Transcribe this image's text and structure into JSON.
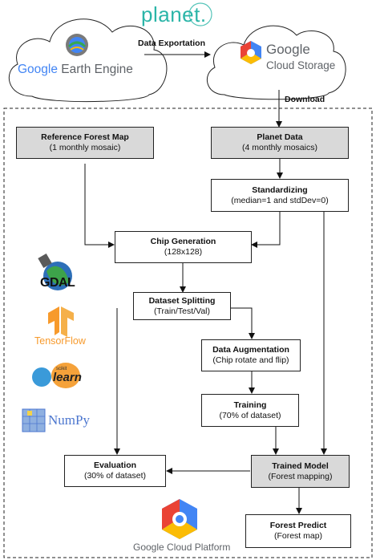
{
  "top": {
    "planet_logo": "planet.",
    "gee_logo_google": "Google",
    "gee_logo_rest": " Earth Engine",
    "gcs_logo_line1": "Google",
    "gcs_logo_line2": "Cloud Storage",
    "export_label": "Data Exportation",
    "download_label": "Download"
  },
  "boxes": {
    "ref_forest": {
      "title": "Reference Forest Map",
      "sub": "(1 monthly mosaic)"
    },
    "planet_data": {
      "title": "Planet Data",
      "sub": "(4 monthly mosaics)"
    },
    "standardizing": {
      "title": "Standardizing",
      "sub": "(median=1 and stdDev=0)"
    },
    "chip_gen": {
      "title": "Chip Generation",
      "sub": "(128x128)"
    },
    "dataset_split": {
      "title": "Dataset Splitting",
      "sub": "(Train/Test/Val)"
    },
    "data_aug": {
      "title": "Data Augmentation",
      "sub": "(Chip rotate and flip)"
    },
    "training": {
      "title": "Training",
      "sub": "(70% of dataset)"
    },
    "evaluation": {
      "title": "Evaluation",
      "sub": "(30% of dataset)"
    },
    "trained_model": {
      "title": "Trained Model",
      "sub": "(Forest mapping)"
    },
    "forest_predict": {
      "title": "Forest Predict",
      "sub": "(Forest map)"
    }
  },
  "tools": {
    "gdal": "GDAL",
    "tensorflow": "TensorFlow",
    "sklearn_small": "scikit",
    "sklearn": "learn",
    "numpy": "NumPy",
    "gcp": "Google Cloud Platform"
  },
  "colors": {
    "gray_box": "#d9d9d9",
    "planet_teal": "#2bb5a8",
    "google_blue": "#4285f4",
    "google_red": "#ea4335",
    "google_yellow": "#fbbc05",
    "google_green": "#34a853",
    "tf_orange": "#f79a2c",
    "sklearn_blue": "#3a9ad9",
    "sklearn_orange": "#f5a23a",
    "numpy_blue": "#4d77cf"
  }
}
